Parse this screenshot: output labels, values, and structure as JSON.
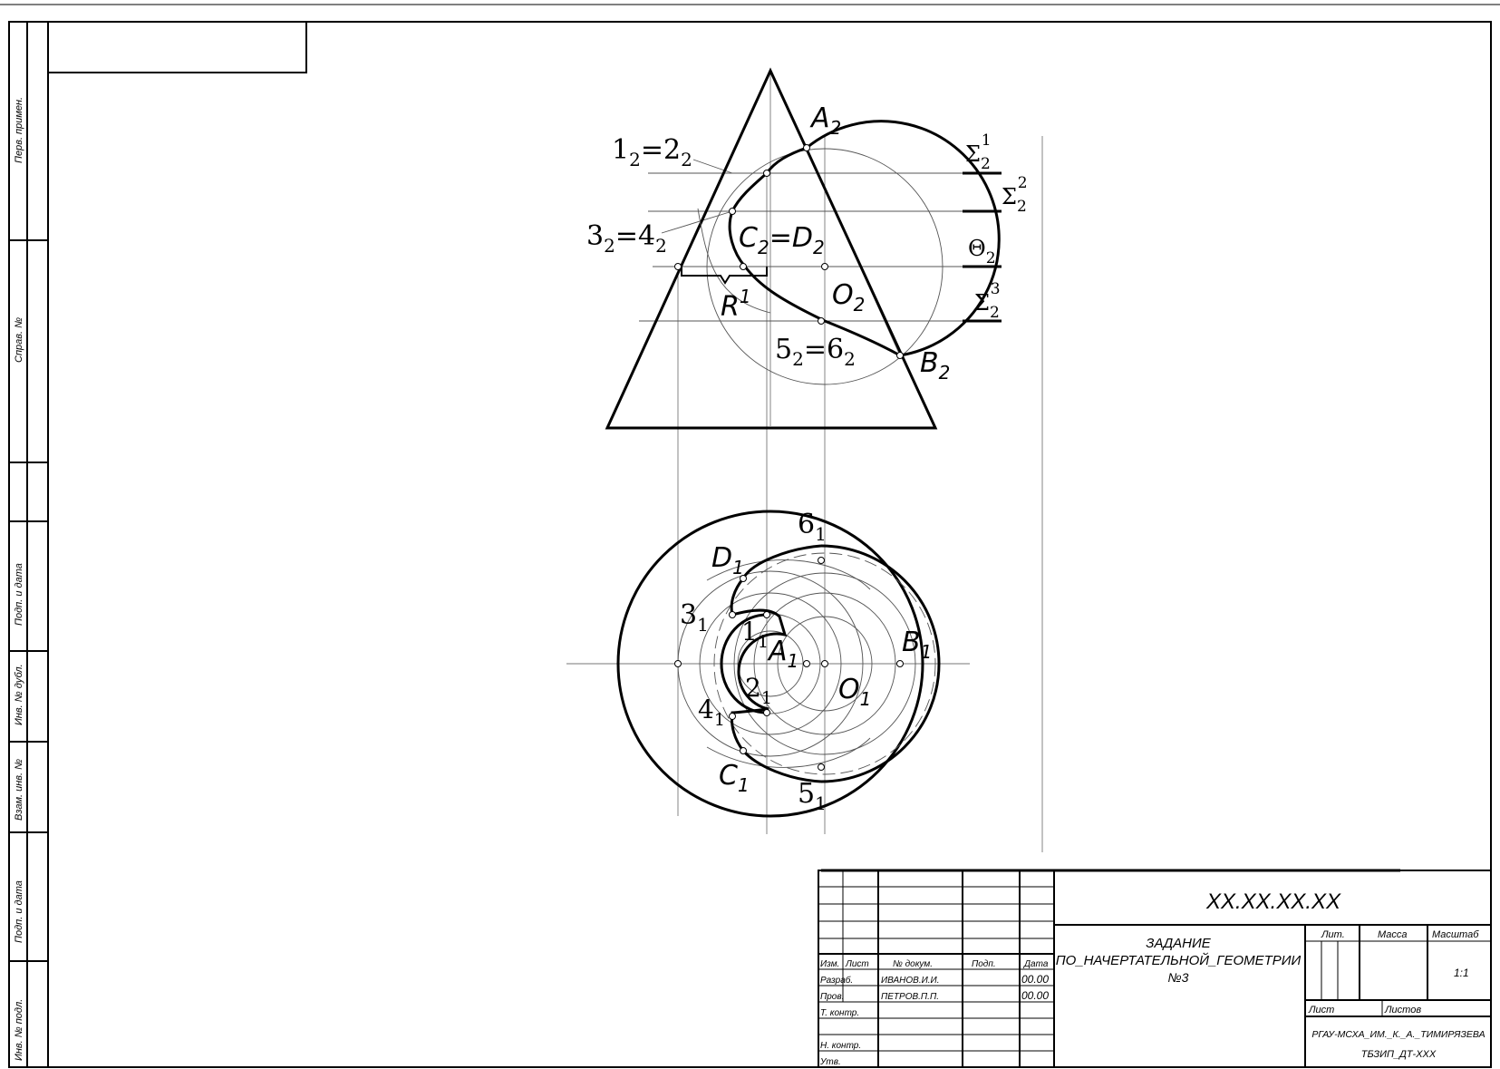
{
  "side_labels": [
    "Перв. примен.",
    "Справ. №",
    "Подп. и дата",
    "Инв. № дубл.",
    "Взам. инв. №",
    "Подп. и дата",
    "Инв. № подл."
  ],
  "front_view": {
    "a2": "A",
    "a2_sub": "2",
    "p12": "1",
    "p12_sub": "2",
    "p12_b": "2",
    "p12_b_sub": "2",
    "p34": "3",
    "p34_sub": "2",
    "p34_b": "4",
    "p34_b_sub": "2",
    "cd": "C",
    "cd_sub": "2",
    "cd_b": "D",
    "cd_b_sub": "2",
    "o2": "O",
    "o2_sub": "2",
    "r": "R",
    "r_sup": "1",
    "p56": "5",
    "p56_sub": "2",
    "p56_b": "6",
    "p56_b_sub": "2",
    "b2": "B",
    "b2_sub": "2",
    "sigma1": "Σ",
    "sigma1_sub": "2",
    "sigma1_sup": "1",
    "sigma2": "Σ",
    "sigma2_sub": "2",
    "sigma2_sup": "2",
    "theta": "Θ",
    "theta_sub": "2",
    "sigma3": "Σ",
    "sigma3_sub": "2",
    "sigma3_sup": "3"
  },
  "top_view": {
    "p6": "6",
    "p6_sub": "1",
    "d1": "D",
    "d1_sub": "1",
    "p3": "3",
    "p3_sub": "1",
    "p1": "1",
    "p1_sub": "1",
    "a1": "A",
    "a1_sub": "1",
    "b1": "B",
    "b1_sub": "1",
    "p2": "2",
    "p2_sub": "1",
    "o1": "O",
    "o1_sub": "1",
    "p4": "4",
    "p4_sub": "1",
    "c1": "C",
    "c1_sub": "1",
    "p5": "5",
    "p5_sub": "1"
  },
  "title_block": {
    "designation": "XX.XX.XX.XX",
    "title_line1": "ЗАДАНИЕ",
    "title_line2": "ПО_НАЧЕРТАТЕЛЬНОЙ_ГЕОМЕТРИИ",
    "title_line3": "№3",
    "col_izm": "Изм.",
    "col_list": "Лист",
    "col_doc": "№ докум.",
    "col_sign": "Подп.",
    "col_date": "Дата",
    "row_razrab": "Разраб.",
    "row_prov": "Пров.",
    "row_tkontr": "Т. контр.",
    "row_nkontr": "Н. контр.",
    "row_utv": "Утв.",
    "razrab_name": "ИВАНОВ.И.И.",
    "prov_name": "ПЕТРОВ.П.П.",
    "razrab_date": "00.00",
    "prov_date": "00.00",
    "lit": "Лит.",
    "massa": "Масса",
    "masshtab": "Масштаб",
    "scale_value": "1:1",
    "sheet": "Лист",
    "sheets": "Листов",
    "org_line1": "РГАУ-МСХА_ИМ._К._А._ТИМИРЯЗЕВА",
    "org_line2": "ТБЗИП_ДТ-XXX"
  }
}
